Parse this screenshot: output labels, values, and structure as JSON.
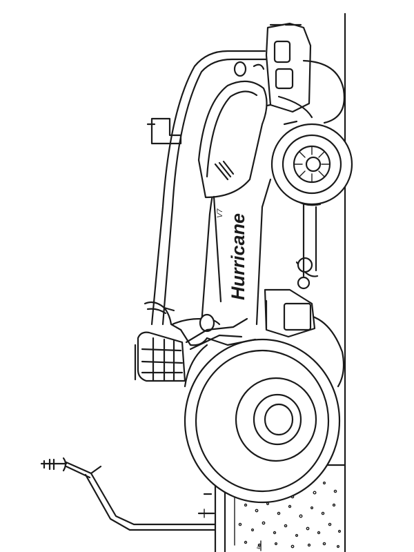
{
  "drawing": {
    "brand_text": "Hurricane",
    "badge_text": "V7",
    "trailer_tag": "4"
  }
}
